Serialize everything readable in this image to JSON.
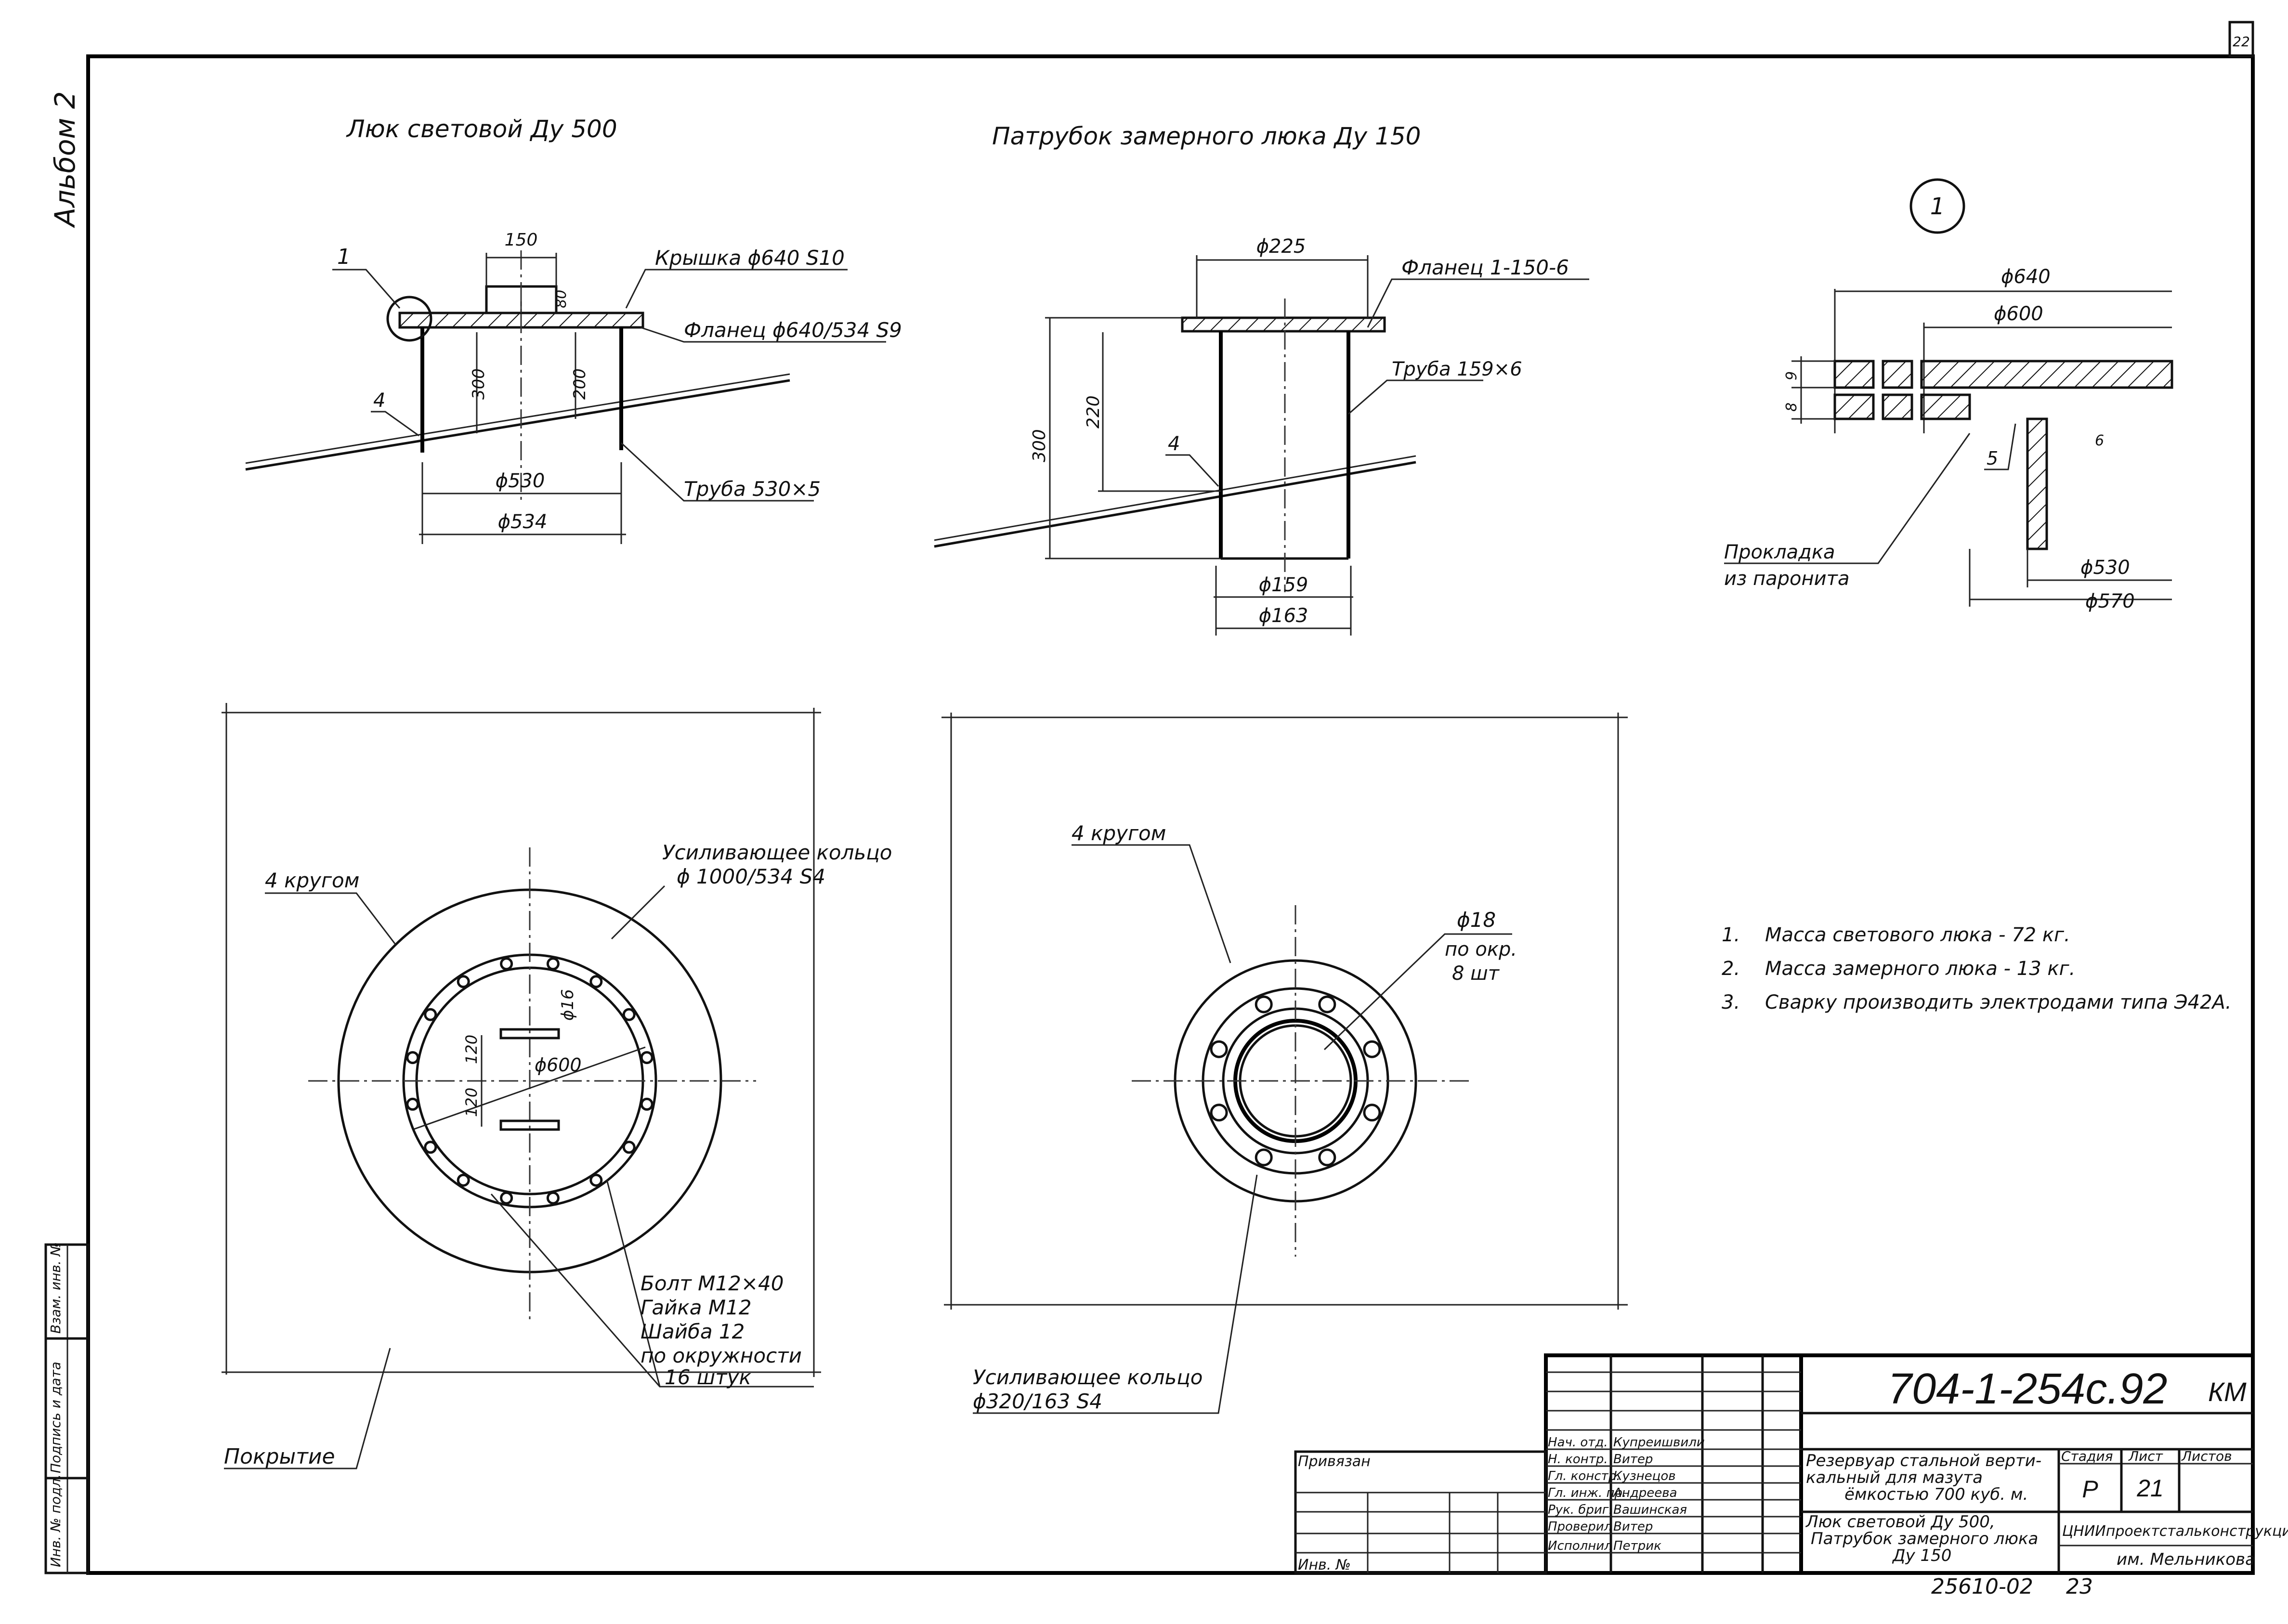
{
  "sheet": {
    "album": "Альбом 2",
    "sheet_corner": "22"
  },
  "view1": {
    "title": "Люк световой Ду 500",
    "dim_150": "150",
    "dim_80": "80",
    "dim_300": "300",
    "dim_200": "200",
    "dim_d530": "ϕ530",
    "dim_d534": "ϕ534",
    "label_1": "1",
    "label_4": "4",
    "cover": "Крышка ϕ640 S10",
    "flange": "Фланец ϕ640/534 S9",
    "pipe": "Труба 530×5"
  },
  "view2": {
    "title": "Патрубок замерного люка Ду 150",
    "dim_d225": "ϕ225",
    "flange": "Фланец 1-150-6",
    "pipe": "Труба 159×6",
    "dim_300": "300",
    "dim_220": "220",
    "label_4": "4",
    "dim_d159": "ϕ159",
    "dim_d163": "ϕ163"
  },
  "detail1": {
    "marker": "1",
    "dim_d640": "ϕ640",
    "dim_d600": "ϕ600",
    "dim_9": "9",
    "dim_8": "8",
    "dim_6": "6",
    "label_5": "5",
    "gasket_line1": "Прокладка",
    "gasket_line2": "из паронита",
    "dim_d530": "ϕ530",
    "dim_d570": "ϕ570"
  },
  "plan1": {
    "circle_note": "4 кругом",
    "ring_line1": "Усиливающее кольцо",
    "ring_line2": "ϕ 1000/534   S4",
    "dim_d16": "ϕ16",
    "dim_120a": "120",
    "dim_120b": "120",
    "dim_d600": "ϕ600",
    "bolt_lines": [
      "Болт М12×40",
      "Гайка М12",
      "Шайба 12",
      "по окружности",
      "16 штук"
    ],
    "roof": "Покрытие"
  },
  "plan2": {
    "circle_note": "4 кругом",
    "hole_line1": "ϕ18",
    "hole_line2": "по окр.",
    "hole_line3": "8 шт",
    "ring_line1": "Усиливающее кольцо",
    "ring_line2": "ϕ320/163    S4"
  },
  "notes": [
    {
      "num": "1.",
      "text": "Масса светового люка - 72 кг."
    },
    {
      "num": "2.",
      "text": "Масса замерного люка - 13 кг."
    },
    {
      "num": "3.",
      "text": "Сварку производить электродами типа Э42А."
    }
  ],
  "side_stamp": [
    "Инв. № подл.",
    "Подпись и дата",
    "Взам. инв. №"
  ],
  "title_block": {
    "doc_code": "704-1-254с.92",
    "mark": "КМ",
    "privyazan": "Привязан",
    "inv": "Инв. №",
    "roles": [
      {
        "role": "Нач. отд.",
        "name": "Купреишвили"
      },
      {
        "role": "Н. контр.",
        "name": "Витер"
      },
      {
        "role": "Гл. констр.",
        "name": "Кузнецов"
      },
      {
        "role": "Гл. инж. пр.",
        "name": "Андреева"
      },
      {
        "role": "Рук. бриг.",
        "name": "Вашинская"
      },
      {
        "role": "Проверил",
        "name": "Витер"
      },
      {
        "role": "Исполнил",
        "name": "Петрик"
      }
    ],
    "object_lines": [
      "Резервуар стальной верти-",
      "кальный для мазута",
      "ёмкостью 700 куб. м."
    ],
    "sheet_lines": [
      "Люк световой Ду 500,",
      "Патрубок замерного люка",
      "Ду 150"
    ],
    "stage_label": "Стадия",
    "sheet_label": "Лист",
    "sheets_label": "Листов",
    "stage": "Р",
    "sheet_no": "21",
    "org_line1": "ЦНИИпроектстальконструкция",
    "org_line2": "им. Мельникова",
    "bottom_code": "25610-02",
    "bottom_num": "23"
  }
}
